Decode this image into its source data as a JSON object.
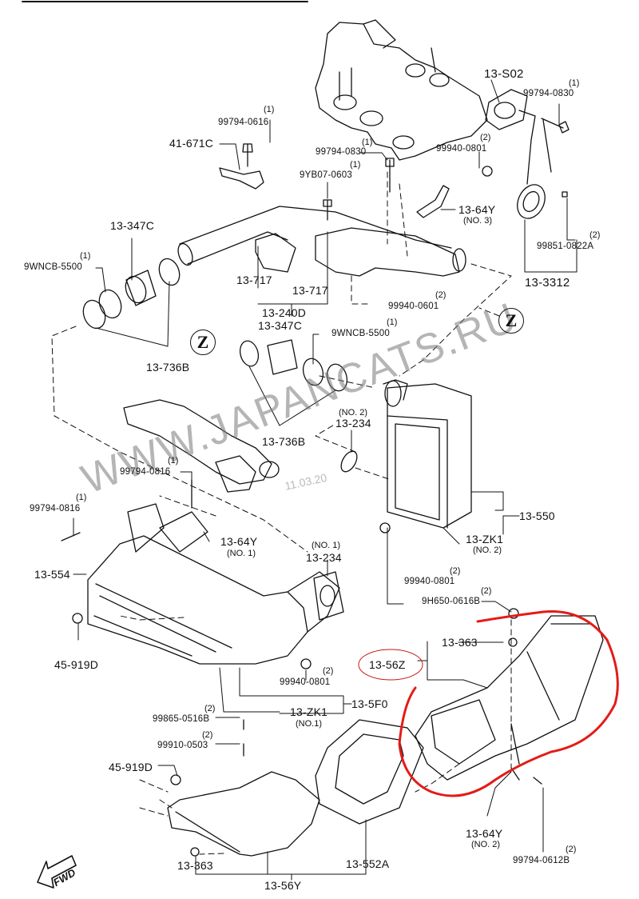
{
  "diagram": {
    "type": "exploded-parts-diagram",
    "subject": "Intake air duct / intercooler assembly",
    "watermark": "WWW.JAPANCATS.RU",
    "watermark_date": "11.03.20",
    "direction_marker": "FWD",
    "reference_marker": "Z",
    "highlight_color": "#e41b17",
    "highlight_label_color": "#c41a1a",
    "highlighted_part": "13-56Z"
  },
  "labels": {
    "p13S02": "13-S02",
    "p99794_0830_a": "99794-0830",
    "q99794_0830_a": "(1)",
    "p99794_0616": "99794-0616",
    "q99794_0616": "(1)",
    "p41_671C": "41-671C",
    "p99794_0830_b": "99794-0830",
    "q99794_0830_b": "(1)",
    "p99940_0801_a": "99940-0801",
    "q99940_0801_a": "(2)",
    "p9YB07_0603": "9YB07-0603",
    "q9YB07_0603": "(1)",
    "p13_64Y_3": "13-64Y",
    "n13_64Y_3": "(NO. 3)",
    "p99851_0822A": "99851-0822A",
    "q99851_0822A": "(2)",
    "p13_3312": "13-3312",
    "p13_347C_a": "13-347C",
    "p9WNCB_5500_a": "9WNCB-5500",
    "q9WNCB_5500_a": "(1)",
    "p13_717_a": "13-717",
    "p13_717_b": "13-717",
    "p13_240D": "13-240D",
    "p99940_0601": "99940-0601",
    "q99940_0601": "(2)",
    "p13_347C_b": "13-347C",
    "p9WNCB_5500_b": "9WNCB-5500",
    "q9WNCB_5500_b": "(1)",
    "p13_736B_a": "13-736B",
    "p13_736B_b": "13-736B",
    "p13_234_2": "13-234",
    "n13_234_2": "(NO. 2)",
    "p99794_0816_a": "99794-0816",
    "q99794_0816_a": "(1)",
    "p99794_0816_b": "99794-0816",
    "q99794_0816_b": "(1)",
    "p13_64Y_1": "13-64Y",
    "n13_64Y_1": "(NO. 1)",
    "p13_234_1": "13-234",
    "n13_234_1": "(NO. 1)",
    "p13_550": "13-550",
    "p13_ZK1_2": "13-ZK1",
    "n13_ZK1_2": "(NO. 2)",
    "p13_554": "13-554",
    "p99940_0801_b": "99940-0801",
    "q99940_0801_b": "(2)",
    "p99940_0801_c": "99940-0801",
    "q99940_0801_c": "(2)",
    "p45_919D_a": "45-919D",
    "p9H650_0616B": "9H650-0616B",
    "q9H650_0616B": "(2)",
    "p13_363_a": "13-363",
    "p13_56Z": "13-56Z",
    "p13_5F0": "13-5F0",
    "p13_ZK1_1": "13-ZK1",
    "n13_ZK1_1": "(NO.1)",
    "p99865_0516B": "99865-0516B",
    "q99865_0516B": "(2)",
    "p99910_0503": "99910-0503",
    "q99910_0503": "(2)",
    "p45_919D_b": "45-919D",
    "p13_64Y_2": "13-64Y",
    "n13_64Y_2": "(NO. 2)",
    "p99794_0612B": "99794-0612B",
    "q99794_0612B": "(2)",
    "p13_363_b": "13-363",
    "p13_552A": "13-552A",
    "p13_56Y": "13-56Y"
  }
}
